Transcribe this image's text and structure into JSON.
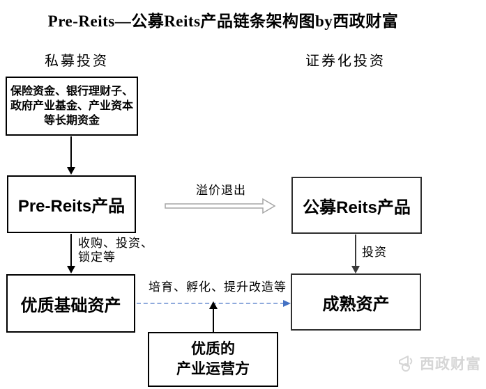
{
  "title": "Pre-Reits—公募Reits产品链条架构图by西政财富",
  "columns": {
    "left": "私募投资",
    "right": "证券化投资"
  },
  "boxes": {
    "funding": "保险资金、银行理财子、政府产业基金、产业资本等长期资金",
    "pre_reits": "Pre-Reits产品",
    "public_reits": "公募Reits产品",
    "quality_assets": "优质基础资产",
    "mature_assets": "成熟资产",
    "operator_line1": "优质的",
    "operator_line2": "产业运营方"
  },
  "arrow_labels": {
    "premium_exit": "溢价退出",
    "acquire_line1": "收购、投资、",
    "acquire_line2": "锁定等",
    "invest": "投资",
    "cultivate": "培育、孵化、提升改造等"
  },
  "watermark": {
    "label": "西政财富",
    "icon": "megaphone-icon"
  },
  "colors": {
    "box_border": "#000000",
    "right_box_border": "#303030",
    "solid_arrow": "#000000",
    "hollow_arrow_outline": "#a6a6a6",
    "dashed_arrow_line": "#8faadc",
    "dashed_arrow_head": "#4472c4",
    "watermark_gray": "#d6d6d6"
  }
}
